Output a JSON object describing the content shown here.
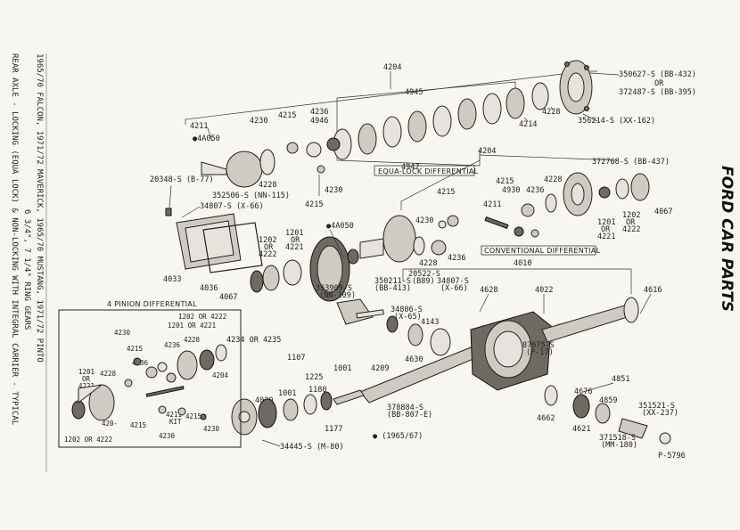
{
  "caption": {
    "line1": "REAR AXLE - LOCKING (EQUA LOCK) & NON-LOCKING WITH INTEGRAL CARRIER - TYPICAL",
    "line2": "6 3/4\", 7 1/4\" RING GEARS",
    "line3": "1965/70 FALCON, 1971/72 MAVERICK, 1965/70 MUSTANG, 1971/72 PINTO"
  },
  "brand": "FORD CAR PARTS",
  "section_labels": {
    "equa_lock": "EQUA-LOCK DIFFERENTIAL",
    "conventional": "CONVENTIONAL DIFFERENTIAL",
    "four_pinion": "4 PINION DIFFERENTIAL"
  },
  "part_labels": {
    "p4204_top": "4204",
    "p4945": "4945",
    "p350627": "350627-S (BB-432)",
    "p_or1": "OR",
    "p372487": "372487-S (BB-395)",
    "p356214": "356214-S (XX-162)",
    "p4228_a": "4228",
    "p4214": "4214",
    "p4211_a": "4211",
    "p4230_a": "4230",
    "p4215_a": "4215",
    "p4236_a": "4236",
    "p4946": "4946",
    "p4a050_a": "●4A050",
    "p4228_b": "4228",
    "p352506": "352506-S (NN-115)",
    "p4947": "4947",
    "p4230_b": "4230",
    "p4215_b": "4215",
    "p20348": "20348-S (B-77)",
    "p34807_a": "34807-S (X-66)",
    "p4204_mid": "4204",
    "p4a050_b": "●4A050",
    "p372768": "372768-S (BB-437)",
    "p4215_c": "4215",
    "p4230_c": "4230",
    "p4211_b": "4211",
    "p4215_d": "4215",
    "p4930": "4930",
    "p4236_b": "4236",
    "p4228_c": "4228",
    "p1201_a": "1201",
    "p_or2": "OR",
    "p4221_a": "4221",
    "p1202_a": "1202",
    "p_or3": "OR",
    "p4222_a": "4222",
    "p4067_a": "4067",
    "p1202_b": "1202",
    "p_or4": "OR",
    "p4222_b": "4222",
    "p1201_b": "1201",
    "p_or5": "OR",
    "p4221_b": "4221",
    "p4228_d": "4228",
    "p4236_c": "4236",
    "p4033": "4033",
    "p4036": "4036",
    "p4067_b": "4067",
    "p353909": "353909-S",
    "p353909b": "(NN-109)",
    "p350211": "350211-S",
    "p350211b": "(BB-413)",
    "p20522": "20522-S",
    "p20522b": "(B89)",
    "p34807_b": "34807-S",
    "p34807_bb": "(X-66)",
    "p34806": "34806-S",
    "p34806b": "(X-65)",
    "p4143": "4143",
    "p4010": "4010",
    "p4628": "4628",
    "p4022": "4022",
    "p4616": "4616",
    "p1202_c": "1202 OR 4222",
    "p1201_c": "1201 OR 4221",
    "p4230_d": "4230",
    "p4215_e": "4215",
    "p4236_d": "4236",
    "p4228_e": "4228",
    "p4236_e": "4236",
    "p4204_box": "4204",
    "p1201_d": "1201",
    "p_or6": "OR",
    "p4221_d": "4221",
    "p4228_f": "4228",
    "p420": "420-",
    "p4211_c": "4211",
    "p_kit": "KIT",
    "p4215_f": "4215",
    "p4215_g": "4215",
    "p4230_e": "4230",
    "p4230_f": "4230",
    "p1202_d": "1202 OR 4222",
    "p4234": "4234 OR 4235",
    "p1107": "1107",
    "p1001_a": "1001",
    "p1225": "1225",
    "p4020": "4020",
    "p1001_b": "1001",
    "p1180": "1180",
    "p1177": "1177",
    "p4209": "4209",
    "p4630": "4630",
    "p378884": "378884-S",
    "p378884b": "(BB-807-E)",
    "p1965": "● (1965/67)",
    "p34445": "34445-S (M-80)",
    "p87675": "87675-S",
    "p87675b": "(P-17)",
    "p4851": "4851",
    "p4676": "4676",
    "p4859": "4859",
    "p351521": "351521-S",
    "p351521b": "(XX-237)",
    "p4662": "4662",
    "p4621": "4621",
    "p371518": "371518-S",
    "p371518b": "(MM-180)",
    "p_ref": "P-5796"
  }
}
